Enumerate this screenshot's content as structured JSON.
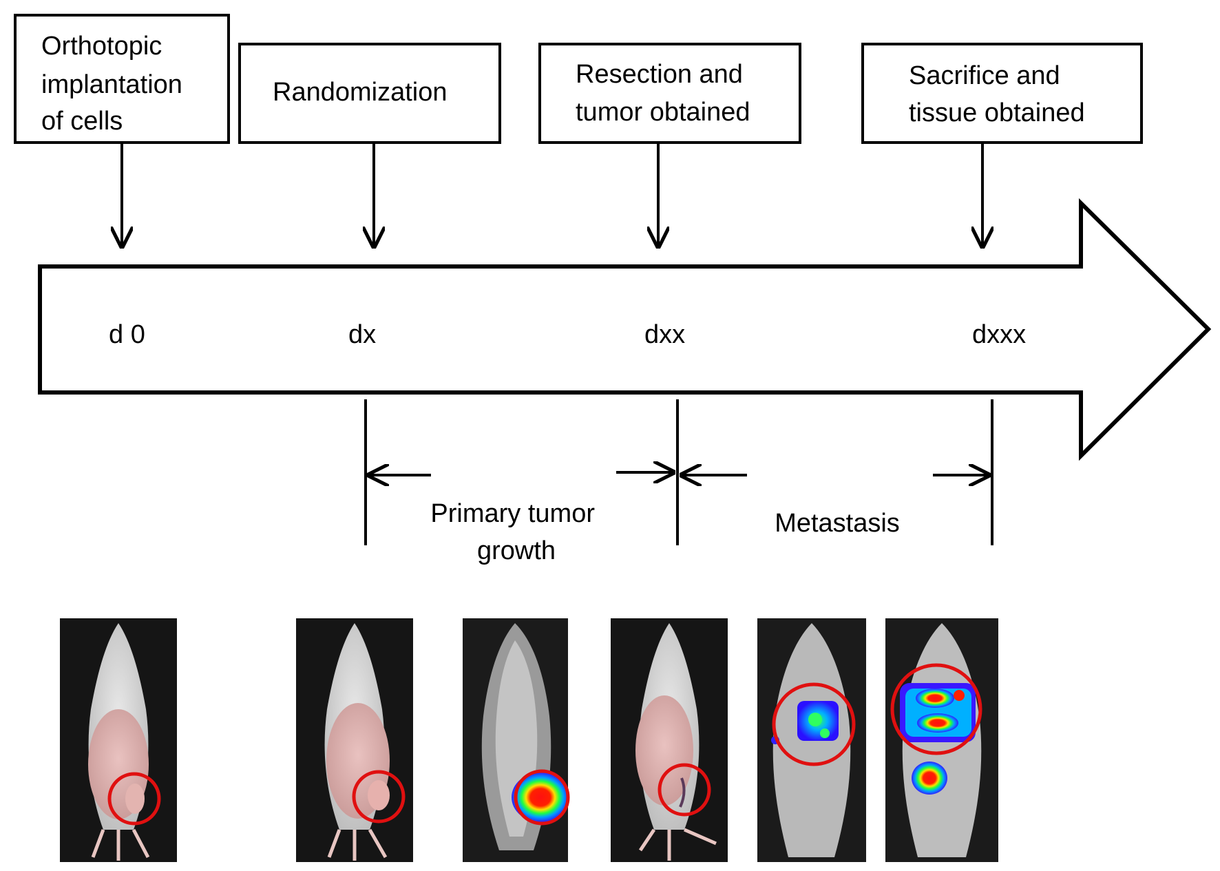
{
  "events": [
    {
      "lines": [
        "Orthotopic",
        "implantation",
        "of cells"
      ]
    },
    {
      "lines": [
        "Randomization"
      ]
    },
    {
      "lines": [
        "Resection and",
        "tumor obtained"
      ]
    },
    {
      "lines": [
        "Sacrifice and",
        "tissue obtained"
      ]
    }
  ],
  "days": [
    "d 0",
    "dx",
    "dxx",
    "dxxx"
  ],
  "phases": [
    {
      "lines": [
        "Primary tumor",
        "growth"
      ]
    },
    {
      "lines": [
        "Metastasis"
      ]
    }
  ],
  "photos": [
    {
      "kind": "photograph",
      "marker": "red circle around abdominal tumor site"
    },
    {
      "kind": "photograph",
      "marker": "red circle around primary tumor"
    },
    {
      "kind": "bioluminescence",
      "marker": "red circle around primary tumor signal"
    },
    {
      "kind": "photograph",
      "marker": "red circle around resection site"
    },
    {
      "kind": "bioluminescence",
      "marker": "red circle around metastatic signal"
    },
    {
      "kind": "bioluminescence",
      "marker": "red circle around metastatic signal"
    }
  ],
  "colors": {
    "ink": "#000000",
    "circle": "#e01010",
    "photo_bg": "#111111"
  }
}
